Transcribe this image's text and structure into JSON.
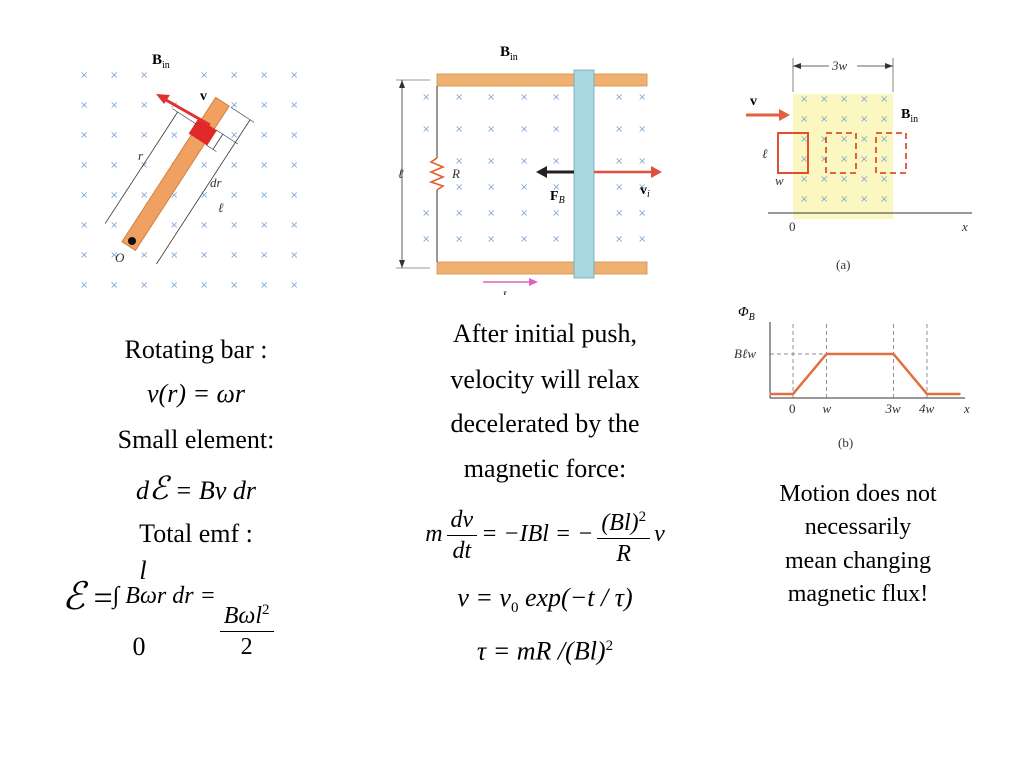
{
  "fig_left": {
    "b_label": "B",
    "b_sub": "in",
    "v": "v",
    "r": "r",
    "dr": "dr",
    "l": "ℓ",
    "o": "O"
  },
  "fig_mid": {
    "b_label": "B",
    "b_sub": "in",
    "l": "ℓ",
    "r": "R",
    "fb": "F",
    "fb_sub": "B",
    "vi": "v",
    "vi_sub": "i",
    "i": "I"
  },
  "fig_a": {
    "width_label": "3w",
    "v": "v",
    "b_label": "B",
    "b_sub": "in",
    "l": "ℓ",
    "w": "w",
    "zero": "0",
    "x": "x",
    "caption": "(a)"
  },
  "fig_b": {
    "phi": "Φ",
    "phi_sub": "B",
    "blw": "Bℓw",
    "ticks": [
      "0",
      "w",
      "3w",
      "4w",
      "x"
    ],
    "caption": "(b)",
    "flux_points": [
      [
        0,
        0
      ],
      [
        1,
        1
      ],
      [
        3,
        1
      ],
      [
        4,
        0
      ]
    ]
  },
  "left_text": {
    "l1": "Rotating bar :",
    "eq1": "v(r) = ωr",
    "l2": "Small element:",
    "eq2_d": "d",
    "eq2_e": "ℰ",
    "eq2_rest": " = Bv dr",
    "l3": "Total emf :",
    "int_upper": "l",
    "int_lower": "0",
    "eq3_e": "ℰ",
    "eq3_eq": " =",
    "eq3_integral": "∫ Bωr dr =",
    "eq3_num": "Bωl",
    "eq3_num_exp": "2",
    "eq3_den": "2"
  },
  "mid_text": {
    "l1": "After initial push,",
    "l2": "velocity will relax",
    "l3": "decelerated by the",
    "l4": "magnetic force:",
    "eq1_m": "m",
    "eq1_num": "dv",
    "eq1_den": "dt",
    "eq1_mid": "= −IBl = −",
    "eq1_num2": "(Bl)",
    "eq1_num2_exp": "2",
    "eq1_den2": "R",
    "eq1_v": "v",
    "eq2": "v = v",
    "eq2_sub": "0",
    "eq2_rest": " exp(−t / τ)",
    "eq3": "τ = mR /(Bl)",
    "eq3_exp": "2"
  },
  "right_text": {
    "l1": "Motion does not",
    "l2": "necessarily",
    "l3": "mean changing",
    "l4": "magnetic flux!"
  },
  "colors": {
    "bar": "#f0a060",
    "bar_edge": "#d08040",
    "red": "#e03030",
    "rail": "#f0b070",
    "slider": "#a8d8e0",
    "field": "#fbf7c0",
    "flux": "#e07040",
    "cross": "#7fa8d6",
    "current": "#e060c0"
  }
}
